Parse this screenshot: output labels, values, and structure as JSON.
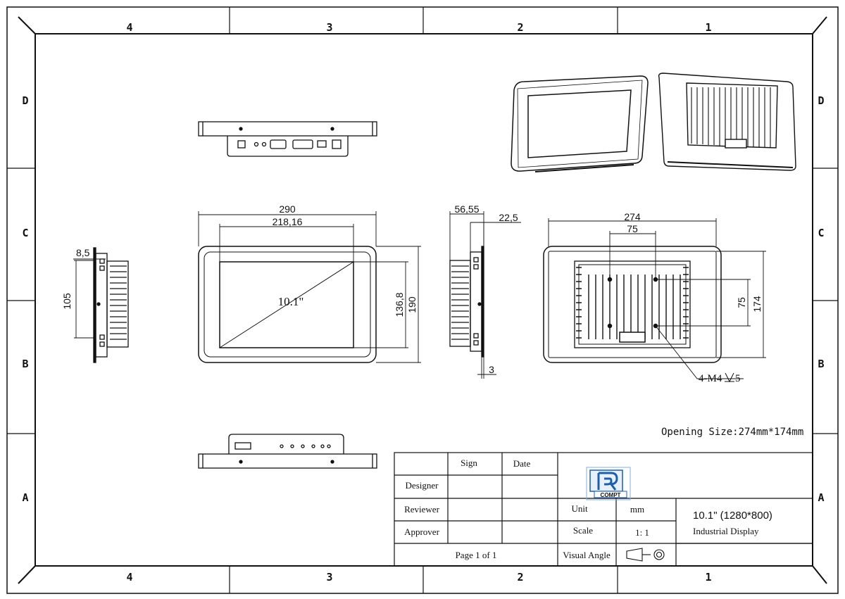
{
  "border": {
    "columns": [
      "4",
      "3",
      "2",
      "1"
    ],
    "rows": [
      "D",
      "C",
      "B",
      "A"
    ]
  },
  "dimensions": {
    "front_width": "290",
    "front_screen_width": "218,16",
    "screen_size": "10.1\"",
    "screen_height": "136,8",
    "front_height": "190",
    "side_left_depth": "8,5",
    "side_left_height": "105",
    "side_right_depth": "56,55",
    "side_right_bezel": "22,5",
    "side_right_thickness": "3",
    "back_width": "274",
    "back_hole_spacing_x": "75",
    "back_hole_spacing_y": "75",
    "back_height": "174",
    "mount_holes": "4-M4",
    "mount_depth": "5"
  },
  "opening_note": "Opening Size:274mm*174mm",
  "title_block": {
    "sign_header": "Sign",
    "date_header": "Date",
    "designer_label": "Designer",
    "reviewer_label": "Reviewer",
    "approver_label": "Approver",
    "page_label": "Page 1 of 1",
    "unit_label": "Unit",
    "unit_value": "mm",
    "scale_label": "Scale",
    "scale_value": "1: 1",
    "visual_angle_label": "Visual Angle",
    "product_line1": "10.1\" (1280*800)",
    "product_line2": "Industrial Display",
    "logo_text": "COMPT",
    "logo_color": "#1f5fa8"
  }
}
